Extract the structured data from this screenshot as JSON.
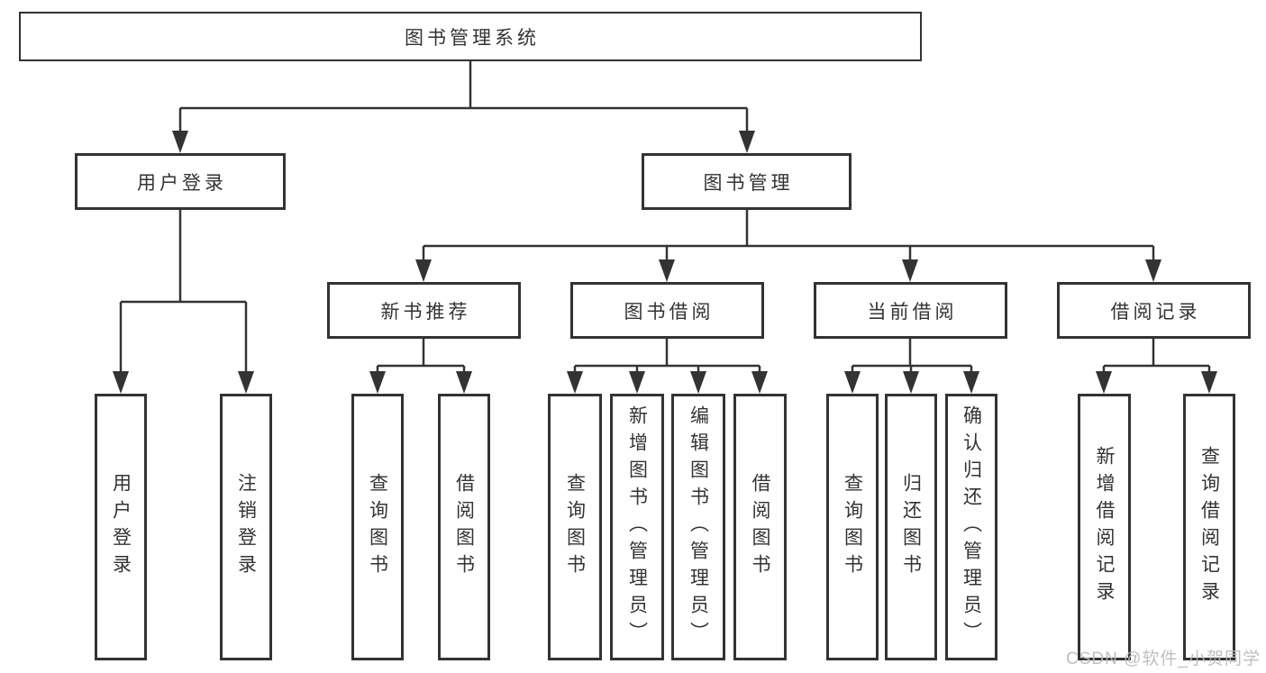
{
  "diagram": {
    "root": {
      "label": "图书管理系统"
    },
    "login": {
      "label": "用户登录",
      "children": [
        "用户登录",
        "注销登录"
      ]
    },
    "management": {
      "label": "图书管理",
      "modules": [
        {
          "label": "新书推荐",
          "children": [
            "查询图书",
            "借阅图书"
          ]
        },
        {
          "label": "图书借阅",
          "children": [
            "查询图书",
            "新增图书（管理员）",
            "编辑图书（管理员）",
            "借阅图书"
          ]
        },
        {
          "label": "当前借阅",
          "children": [
            "查询图书",
            "归还图书",
            "确认归还（管理员）"
          ]
        },
        {
          "label": "借阅记录",
          "children": [
            "新增借阅记录",
            "查询借阅记录"
          ]
        }
      ]
    }
  },
  "watermark": {
    "text": "CSDN @软件_小贺同学"
  },
  "colors": {
    "line": "#333333",
    "border": "#333333",
    "text": "#333333",
    "background": "#ffffff",
    "watermark": "#b6bac2"
  }
}
